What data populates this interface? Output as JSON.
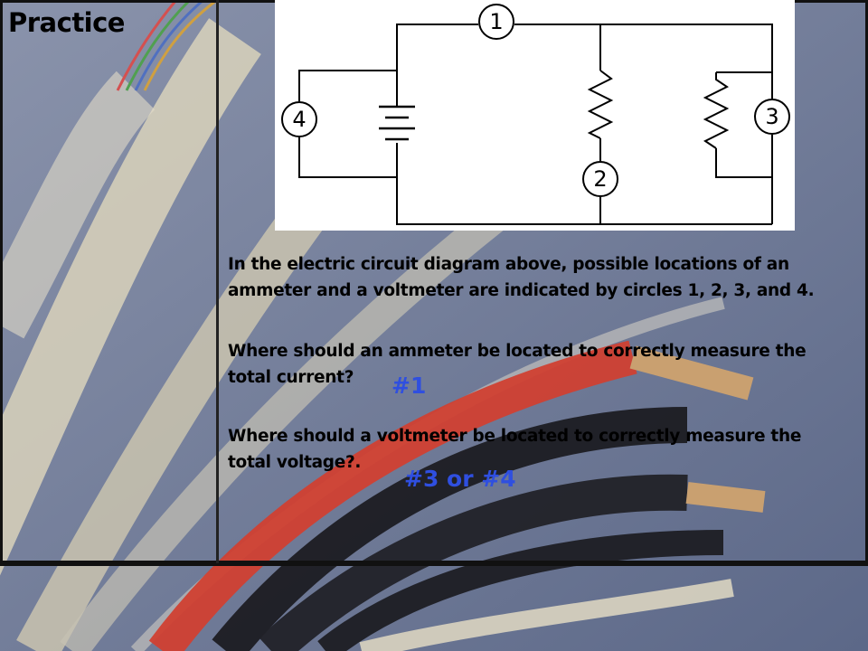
{
  "slide": {
    "title": "Practice"
  },
  "circuit": {
    "labels": [
      "1",
      "2",
      "3",
      "4"
    ]
  },
  "content": {
    "intro_line1": "In the electric circuit diagram above, possible locations of an",
    "intro_line2": "ammeter and a voltmeter are indicated by circles 1, 2, 3, and 4.",
    "q1_line1": "Where should an ammeter be located to correctly measure the",
    "q1_line2": "total current?",
    "a1": "#1",
    "q2_line1": "Where should a voltmeter be located to correctly measure the",
    "q2_line2": "total voltage?.",
    "a2": "#3 or #4"
  }
}
